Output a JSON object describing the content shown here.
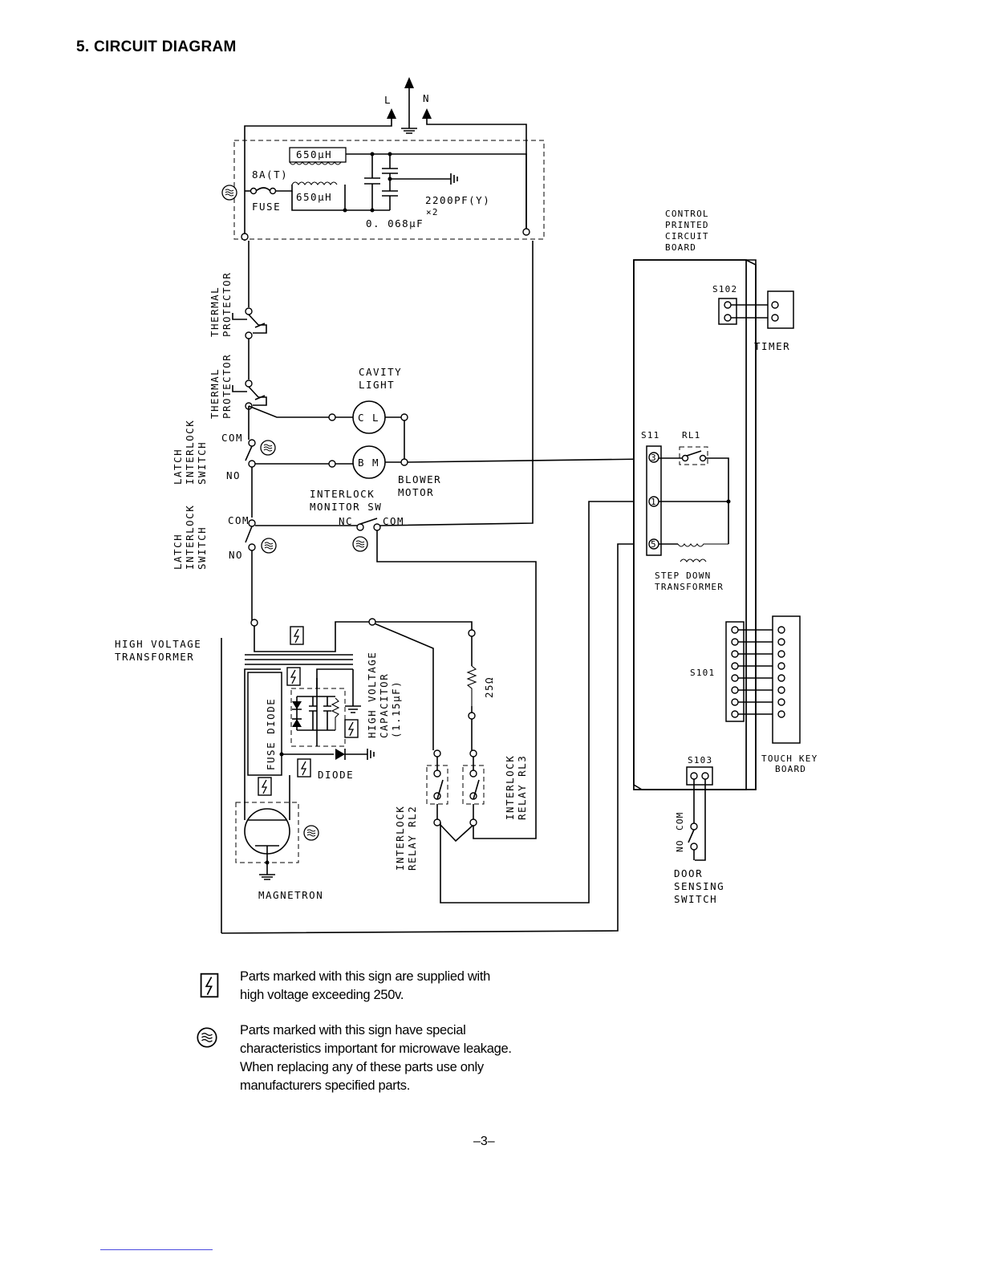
{
  "page": {
    "title": "5. CIRCUIT DIAGRAM",
    "page_number": "–3–"
  },
  "power": {
    "line": "L",
    "neutral": "N"
  },
  "filter": {
    "inductor_top": "650μH",
    "inductor_bottom": "650μH",
    "fuse_rating": "8A(T)",
    "fuse_label": "FUSE",
    "cap_y": "2200PF(Y)",
    "cap_y_qty": "×2",
    "cap_x": "0. 068μF"
  },
  "thermal_top": [
    "THERMAL",
    "PROTECTOR"
  ],
  "thermal_bottom": [
    "THERMAL",
    "PROTECTOR"
  ],
  "latch_top": [
    "LATCH",
    "INTERLOCK",
    "SWITCH"
  ],
  "latch_bottom": [
    "LATCH",
    "INTERLOCK",
    "SWITCH"
  ],
  "switch_terms": {
    "com": "COM",
    "no": "NO",
    "nc": "NC"
  },
  "cavity_light": [
    "CAVITY",
    "LIGHT"
  ],
  "cl_code": "C L",
  "bm_code": "B M",
  "blower_motor": [
    "BLOWER",
    "MOTOR"
  ],
  "monitor_sw": [
    "INTERLOCK",
    "MONITOR SW"
  ],
  "hv_transformer": [
    "HIGH VOLTAGE",
    "TRANSFORMER"
  ],
  "fuse_diode": "FUSE DIODE",
  "diode": "DIODE",
  "magnetron": "MAGNETRON",
  "hv_capacitor": [
    "HIGH VOLTAGE",
    "CAPACITOR",
    "(1.15μF)"
  ],
  "resistor": "25Ω",
  "relay_rl2": [
    "INTERLOCK",
    "RELAY RL2"
  ],
  "relay_rl3": [
    "INTERLOCK",
    "RELAY RL3"
  ],
  "control_board": [
    "CONTROL",
    "PRINTED",
    "CIRCUIT",
    "BOARD"
  ],
  "s102": "S102",
  "timer": "TIMER",
  "s11": "S11",
  "rl1": "RL1",
  "s11_pins": [
    "3",
    "1",
    "5"
  ],
  "step_down": [
    "STEP DOWN",
    "TRANSFORMER"
  ],
  "s101": "S101",
  "touch_key": [
    "TOUCH KEY",
    "BOARD"
  ],
  "s103": "S103",
  "door_switch": [
    "DOOR",
    "SENSING",
    "SWITCH"
  ],
  "legend": {
    "hv_text": [
      "Parts marked with this sign are supplied with",
      "high voltage exceeding 250v."
    ],
    "ml_text": [
      "Parts marked with this sign have special",
      "characteristics important for microwave leakage.",
      "When replacing any of these parts use only",
      "manufacturers specified parts."
    ]
  }
}
